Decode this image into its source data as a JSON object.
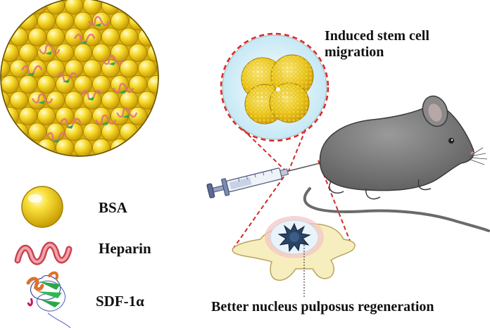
{
  "labels": {
    "bsa": "BSA",
    "heparin": "Heparin",
    "sdf": "SDF-1α",
    "migration": "Induced stem cell migration",
    "regeneration": "Better nucleus pulposus regeneration"
  },
  "legend": [
    {
      "item": "BSA",
      "icon": "bsa-sphere-icon"
    },
    {
      "item": "Heparin",
      "icon": "heparin-coil-icon"
    },
    {
      "item": "SDF-1α",
      "icon": "sdf-protein-icon"
    }
  ],
  "colors": {
    "bsa_yellow": "#f2d21b",
    "bsa_highlight": "#fff6a8",
    "heparin_pink": "#e06a78",
    "sdf_green": "#2aa84a",
    "zoom_dash": "#d62828",
    "mouse_gray": "#7b7b7b",
    "disc_cream": "#f7eebf",
    "nucleus_navy": "#1f3a5f"
  }
}
